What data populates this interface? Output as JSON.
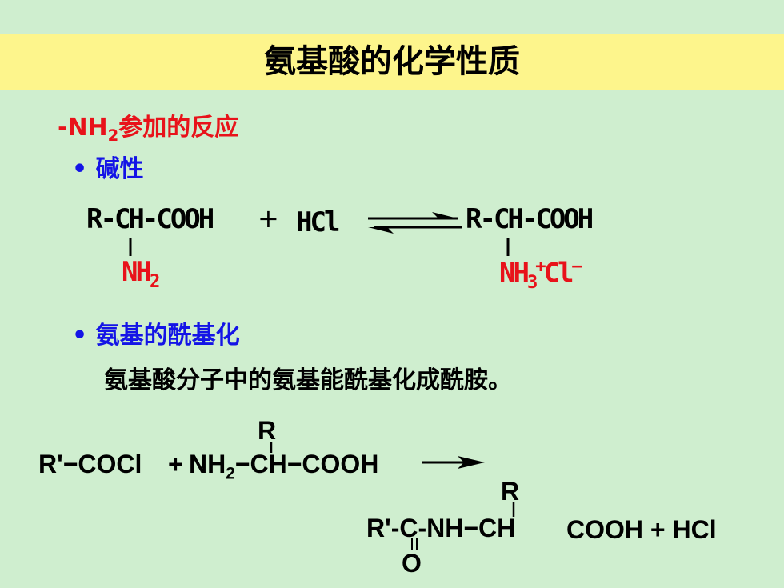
{
  "slide": {
    "title": "氨基酸的化学性质",
    "section_heading": {
      "prefix": "-NH",
      "sub": "2",
      "suffix": "参加的反应"
    },
    "bullet_1": "碱性",
    "bullet_2": "氨基的酰基化",
    "bullet_marker": "•",
    "paragraph": "氨基酸分子中的氨基能酰基化成酰胺。"
  },
  "reaction_1": {
    "reactant_main": "R-CH-COOH",
    "plus": "+",
    "reagent": "HCl",
    "reactant_sub": {
      "base": "NH",
      "sub": "2"
    },
    "product_main": "R-CH-COOH",
    "product_sub": {
      "base": "NH",
      "sub": "3",
      "sup_plus": "+",
      "anion": "Cl",
      "sup_minus": "−"
    },
    "colors": {
      "group": "#e8121a",
      "formula": "#000000"
    }
  },
  "reaction_2": {
    "r_group_top": "R",
    "reactant_1": "R'−COCl",
    "plus": "+",
    "reactant_2": {
      "prefix": "NH",
      "sub": "2",
      "suffix": "−CH−COOH"
    },
    "product_r_top": "R",
    "product_left": "R'-C-NH−CH",
    "product_right": "COOH + HCl",
    "product_oxygen": "O"
  }
}
